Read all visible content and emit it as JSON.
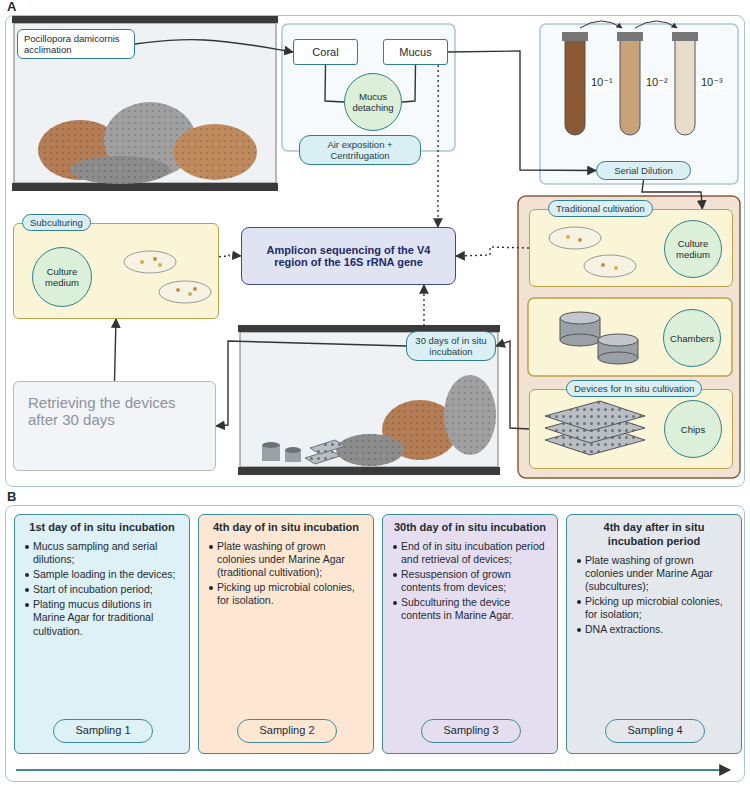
{
  "diagram": {
    "nodes": [
      {
        "text": [
          "A"
        ]
      },
      {
        "text": [
          "Pocillopora damicornis acclimation"
        ],
        "in": 0
      },
      {
        "text": [
          "Coral"
        ],
        "in": 0
      },
      {
        "text": [
          "Mucus"
        ],
        "in": 0
      },
      {
        "text": [
          "Mucus detaching"
        ],
        "in": 0
      },
      {
        "text": [
          "Air exposition + Centrifugation"
        ],
        "in": 0
      },
      {
        "text": [
          "Serial Dilution"
        ],
        "in": 0
      },
      {
        "text": [
          "Subculturing"
        ],
        "in": 0
      },
      {
        "text": [
          "Culture medium"
        ],
        "in": 7
      },
      {
        "text": [
          "Amplicon sequencing of the V4 region of the 16S rRNA gene"
        ],
        "in": 0
      },
      {
        "text": [
          "Traditional cultivation"
        ],
        "in": 0
      },
      {
        "text": [
          "Culture medium"
        ],
        "in": 10
      },
      {
        "text": [
          "Chambers"
        ],
        "in": 0
      },
      {
        "text": [
          "Devices for In situ cultivation"
        ],
        "in": 0
      },
      {
        "text": [
          "Chips"
        ],
        "in": 13
      },
      {
        "text": [
          "30 days of in situ incubation"
        ],
        "in": 0
      },
      {
        "text": [
          "Retrieving the devices after 30 days"
        ],
        "in": 0
      },
      {
        "text": [
          "B"
        ]
      },
      {
        "text": [
          "1st day of in situ incubation",
          "Mucus sampling and serial dilutions;",
          "Sample loading in the devices;",
          "Start of incubation period;",
          "Plating mucus dilutions in Marine Agar for traditional cultivation."
        ],
        "in": 17
      },
      {
        "text": [
          "Sampling 1"
        ],
        "in": 18
      },
      {
        "text": [
          "4th day of in situ incubation",
          "Plate washing of grown colonies under Marine Agar (traditional cultivation);",
          "Picking up microbial colonies, for isolation."
        ],
        "in": 17
      },
      {
        "text": [
          "Sampling 2"
        ],
        "in": 20
      },
      {
        "text": [
          "30th day of in situ incubation",
          "End of in situ incubation period and retrieval of devices;",
          "Resuspension of grown contents from devices;",
          "Subculturing the device contents in Marine Agar."
        ],
        "in": 17
      },
      {
        "text": [
          "Sampling 3"
        ],
        "in": 22
      },
      {
        "text": [
          "4th day after in situ incubation period",
          "Plate washing of grown colonies under Marine Agar (subcultures);",
          "Picking up microbial colonies, for isolation;",
          "DNA extractions."
        ],
        "in": 17
      },
      {
        "text": [
          "Sampling 4"
        ],
        "in": 24
      }
    ],
    "edges": [
      {
        "from": 1,
        "to": 2,
        "arrow": "to"
      },
      {
        "from": 2,
        "to": 4,
        "arrow": "none"
      },
      {
        "from": 3,
        "to": 4,
        "arrow": "none"
      },
      {
        "from": 3,
        "to": 6,
        "arrow": "to"
      },
      {
        "from": 6,
        "to": 10,
        "arrow": "to"
      },
      {
        "from": 3,
        "to": 9,
        "arrow": "to"
      },
      {
        "from": 10,
        "to": 9,
        "arrow": "to"
      },
      {
        "from": 7,
        "to": 9,
        "arrow": "to"
      },
      {
        "from": 13,
        "to": 15,
        "arrow": "to"
      },
      {
        "from": 15,
        "to": 16,
        "arrow": "to"
      },
      {
        "from": 16,
        "to": 7,
        "arrow": "to"
      },
      {
        "from": 15,
        "to": 9,
        "arrow": "to"
      }
    ],
    "labels": [
      "10⁻¹",
      "10⁻²",
      "10⁻³"
    ]
  }
}
